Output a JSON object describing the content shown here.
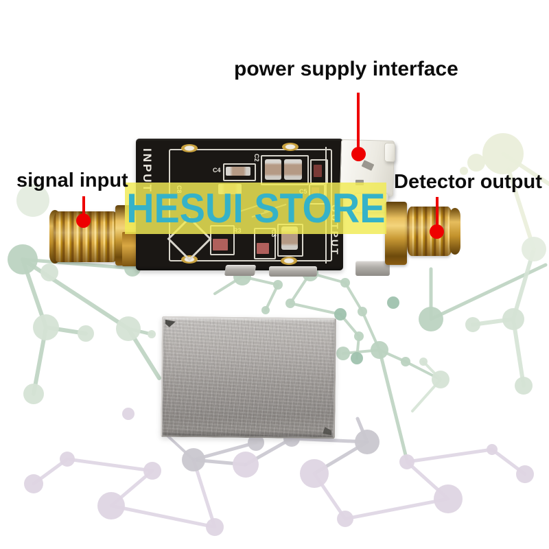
{
  "labels": {
    "power_supply": "power supply interface",
    "signal_input": "signal input",
    "detector_output": "Detector output"
  },
  "annotation": {
    "color": "#ee0000"
  },
  "watermark": {
    "text": "HESUI STORE",
    "band_color": "rgba(241,234,86,0.83)",
    "text_color": "#35b2c8"
  },
  "module": {
    "pcb_input_label": "INPUT",
    "pcb_output_label": "OUTPUT",
    "silkscreen": {
      "c4": "C4",
      "c2": "C2",
      "c8": "C8",
      "c5": "C5",
      "r3": "R3",
      "c3": "C3"
    }
  },
  "pattern": {
    "palette": {
      "g0": "#e4ecdf",
      "g1": "#d5e3d5",
      "g2": "#bcd3c1",
      "g3": "#9fc2ae",
      "y1": "#eaeeda",
      "l1": "#ded5e3",
      "lg": "#c9c7cf"
    },
    "edges": [
      [
        33,
        378,
        67,
        477,
        "g2",
        6
      ],
      [
        33,
        378,
        187,
        479,
        "g2",
        6
      ],
      [
        33,
        378,
        193,
        391,
        "g2",
        5
      ],
      [
        67,
        477,
        125,
        486,
        "g2",
        6
      ],
      [
        67,
        477,
        49,
        574,
        "g2",
        6
      ],
      [
        187,
        479,
        221,
        487,
        "g2",
        5
      ],
      [
        187,
        479,
        232,
        551,
        "g2",
        6
      ],
      [
        353,
        403,
        405,
        415,
        "g2",
        4
      ],
      [
        353,
        403,
        313,
        428,
        "g2",
        4
      ],
      [
        353,
        403,
        330,
        388,
        "g2",
        4
      ],
      [
        405,
        415,
        387,
        452,
        "g2",
        4
      ],
      [
        452,
        398,
        423,
        442,
        "g2",
        4
      ],
      [
        452,
        398,
        503,
        412,
        "g2",
        4
      ],
      [
        452,
        398,
        452,
        386,
        "g2",
        4
      ],
      [
        503,
        412,
        528,
        454,
        "g2",
        4
      ],
      [
        496,
        458,
        423,
        442,
        "g2",
        4
      ],
      [
        496,
        458,
        523,
        490,
        "g2",
        4
      ],
      [
        523,
        490,
        520,
        522,
        "g2",
        4
      ],
      [
        528,
        454,
        553,
        510,
        "g2",
        4
      ],
      [
        553,
        510,
        591,
        527,
        "g2",
        4
      ],
      [
        553,
        510,
        500,
        515,
        "g2",
        4
      ],
      [
        553,
        510,
        593,
        671,
        "g2",
        5
      ],
      [
        628,
        465,
        628,
        392,
        "g2",
        5
      ],
      [
        628,
        465,
        795,
        386,
        "g2",
        5
      ],
      [
        591,
        527,
        642,
        553,
        "g2",
        4
      ],
      [
        642,
        553,
        617,
        527,
        "g1",
        4
      ],
      [
        642,
        553,
        601,
        599,
        "g1",
        4
      ],
      [
        748,
        465,
        778,
        363,
        "g1",
        6
      ],
      [
        748,
        465,
        689,
        473,
        "g1",
        6
      ],
      [
        748,
        465,
        763,
        562,
        "g1",
        6
      ],
      [
        778,
        363,
        741,
        247,
        "y1",
        6
      ],
      [
        733,
        224,
        800,
        268,
        "y1",
        6
      ],
      [
        535,
        644,
        425,
        639,
        "lg",
        5
      ],
      [
        535,
        644,
        458,
        690,
        "lg",
        5
      ],
      [
        535,
        644,
        521,
        610,
        "lg",
        5
      ],
      [
        458,
        690,
        503,
        756,
        "l1",
        5
      ],
      [
        593,
        673,
        717,
        655,
        "l1",
        5
      ],
      [
        717,
        655,
        765,
        691,
        "l1",
        5
      ],
      [
        593,
        673,
        653,
        727,
        "l1",
        5
      ],
      [
        653,
        727,
        503,
        756,
        "l1",
        5
      ],
      [
        282,
        670,
        358,
        677,
        "lg",
        5
      ],
      [
        373,
        645,
        282,
        670,
        "lg",
        5
      ],
      [
        358,
        677,
        425,
        639,
        "lg",
        5
      ],
      [
        282,
        670,
        313,
        768,
        "l1",
        5
      ],
      [
        243,
        634,
        282,
        670,
        "lg",
        4
      ],
      [
        222,
        686,
        162,
        737,
        "l1",
        5
      ],
      [
        98,
        669,
        49,
        705,
        "l1",
        5
      ],
      [
        98,
        669,
        222,
        686,
        "l1",
        5
      ],
      [
        162,
        737,
        313,
        768,
        "l1",
        5
      ]
    ],
    "nodes": [
      [
        33,
        378,
        22,
        "g2"
      ],
      [
        193,
        391,
        12,
        "g2"
      ],
      [
        67,
        477,
        19,
        "g1"
      ],
      [
        125,
        486,
        12,
        "g1"
      ],
      [
        187,
        479,
        18,
        "g1"
      ],
      [
        221,
        487,
        6,
        "g1"
      ],
      [
        49,
        574,
        15,
        "g1"
      ],
      [
        48,
        292,
        24,
        "g0"
      ],
      [
        72,
        397,
        13,
        "g1"
      ],
      [
        353,
        403,
        13,
        "g2"
      ],
      [
        405,
        415,
        7,
        "g2"
      ],
      [
        452,
        398,
        12,
        "g2"
      ],
      [
        387,
        452,
        6,
        "g2"
      ],
      [
        423,
        442,
        7,
        "g2"
      ],
      [
        503,
        412,
        7,
        "g2"
      ],
      [
        496,
        458,
        9,
        "g3"
      ],
      [
        528,
        454,
        7,
        "g2"
      ],
      [
        523,
        490,
        7,
        "g2"
      ],
      [
        553,
        510,
        13,
        "g2"
      ],
      [
        520,
        522,
        9,
        "g3"
      ],
      [
        500,
        515,
        10,
        "g2"
      ],
      [
        591,
        527,
        7,
        "g2"
      ],
      [
        628,
        465,
        18,
        "g2"
      ],
      [
        642,
        553,
        13,
        "g1"
      ],
      [
        617,
        527,
        6,
        "g1"
      ],
      [
        573,
        441,
        9,
        "g3"
      ],
      [
        748,
        465,
        16,
        "g1"
      ],
      [
        689,
        473,
        11,
        "g1"
      ],
      [
        763,
        562,
        13,
        "g1"
      ],
      [
        778,
        363,
        18,
        "g0"
      ],
      [
        733,
        224,
        30,
        "y1"
      ],
      [
        694,
        237,
        13,
        "y1"
      ],
      [
        676,
        249,
        6,
        "y1"
      ],
      [
        425,
        639,
        12,
        "lg"
      ],
      [
        535,
        644,
        18,
        "lg"
      ],
      [
        458,
        690,
        21,
        "l1"
      ],
      [
        503,
        756,
        12,
        "l1"
      ],
      [
        593,
        673,
        11,
        "l1"
      ],
      [
        653,
        727,
        21,
        "l1"
      ],
      [
        717,
        655,
        8,
        "l1"
      ],
      [
        765,
        691,
        13,
        "l1"
      ],
      [
        282,
        670,
        17,
        "lg"
      ],
      [
        358,
        677,
        19,
        "l1"
      ],
      [
        373,
        645,
        12,
        "lg"
      ],
      [
        98,
        669,
        11,
        "l1"
      ],
      [
        49,
        705,
        14,
        "l1"
      ],
      [
        222,
        686,
        13,
        "l1"
      ],
      [
        162,
        737,
        20,
        "l1"
      ],
      [
        313,
        768,
        13,
        "l1"
      ],
      [
        187,
        603,
        9,
        "l1"
      ]
    ]
  }
}
